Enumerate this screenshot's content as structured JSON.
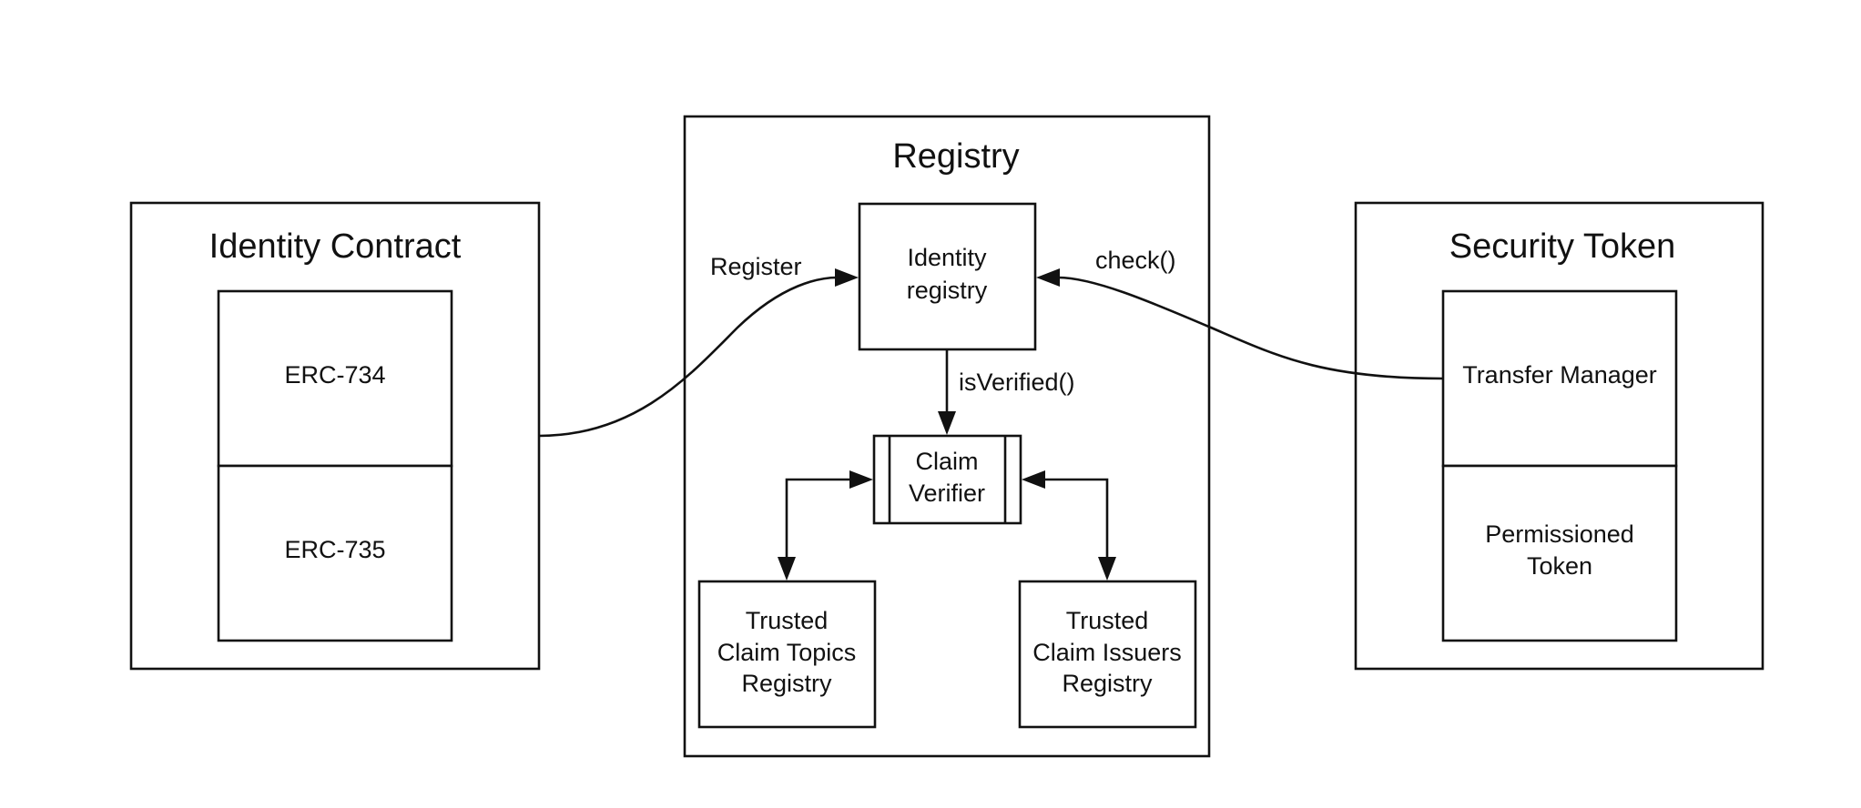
{
  "containers": {
    "identity_contract": {
      "title": "Identity Contract",
      "items": [
        "ERC-734",
        "ERC-735"
      ]
    },
    "registry": {
      "title": "Registry",
      "identity_registry": [
        "Identity",
        "registry"
      ],
      "claim_verifier": [
        "Claim",
        "Verifier"
      ],
      "trusted_claim_topics": [
        "Trusted",
        "Claim Topics",
        "Registry"
      ],
      "trusted_claim_issuers": [
        "Trusted",
        "Claim Issuers",
        "Registry"
      ]
    },
    "security_token": {
      "title": "Security Token",
      "transfer_manager": "Transfer Manager",
      "permissioned_token": [
        "Permissioned",
        "Token"
      ]
    }
  },
  "edges": {
    "register": "Register",
    "check": "check()",
    "is_verified": "isVerified()"
  }
}
